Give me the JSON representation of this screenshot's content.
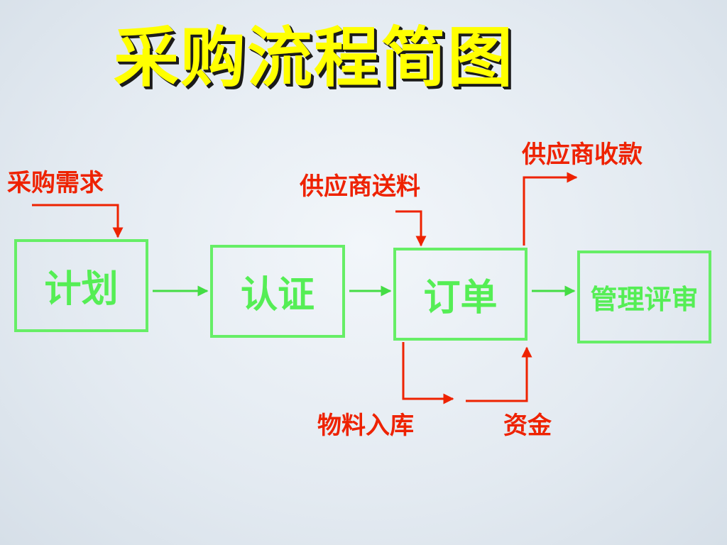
{
  "title": "采购流程简图",
  "boxes": {
    "plan": "计划",
    "certify": "认证",
    "order": "订单",
    "review": "管理评审"
  },
  "labels": {
    "purchase_demand": "采购需求",
    "supplier_delivery": "供应商送料",
    "supplier_payment": "供应商收款",
    "material_storage": "物料入库",
    "funds": "资金"
  },
  "colors": {
    "title": "#ffff00",
    "box_border": "#66ee66",
    "box_text": "#55ee55",
    "arrow_green": "#44dd44",
    "arrow_red": "#ee2200",
    "label_red": "#ee2200"
  }
}
